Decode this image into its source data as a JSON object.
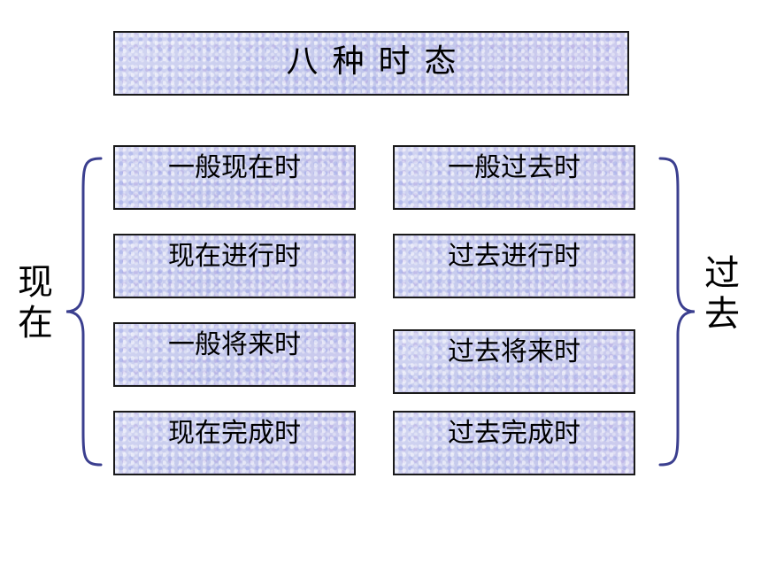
{
  "title": "八种时态",
  "present": {
    "label": "现在",
    "tenses": [
      "一般现在时",
      "现在进行时",
      "一般将来时",
      "现在完成时"
    ]
  },
  "past": {
    "label": "过去",
    "tenses": [
      "一般过去时",
      "过去进行时",
      "过去将来时",
      "过去完成时"
    ]
  },
  "colors": {
    "box_fill": "#c9cdee",
    "box_border": "#1a1a1a",
    "brace": "#3b3f8f"
  }
}
